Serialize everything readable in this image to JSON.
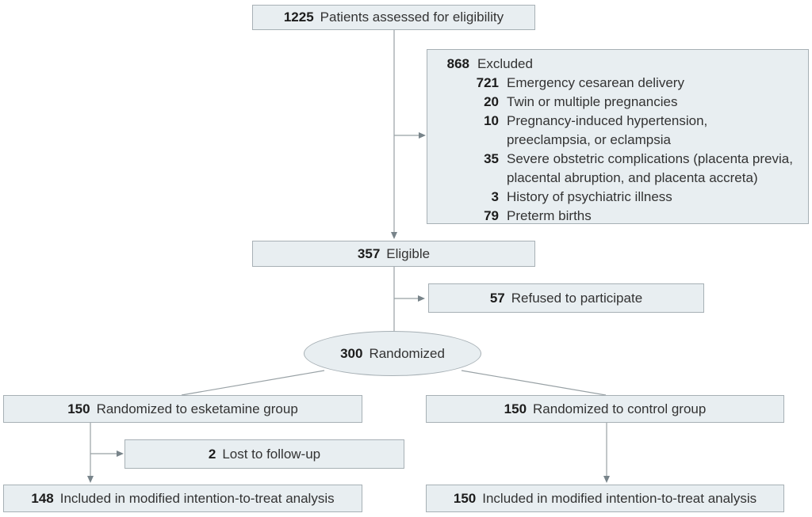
{
  "flow": {
    "assessed": {
      "n": "1225",
      "label": "Patients assessed for eligibility"
    },
    "excluded": {
      "n": "868",
      "label": "Excluded",
      "reasons": [
        {
          "n": "721",
          "label": "Emergency cesarean delivery"
        },
        {
          "n": "20",
          "label": "Twin or multiple pregnancies"
        },
        {
          "n": "10",
          "label": "Pregnancy-induced hypertension,\npreeclampsia, or eclampsia"
        },
        {
          "n": "35",
          "label": "Severe obstetric complications (placenta previa,\nplacental abruption, and placenta accreta)"
        },
        {
          "n": "3",
          "label": "History of psychiatric illness"
        },
        {
          "n": "79",
          "label": "Preterm births"
        }
      ]
    },
    "eligible": {
      "n": "357",
      "label": "Eligible"
    },
    "refused": {
      "n": "57",
      "label": "Refused to participate"
    },
    "randomized": {
      "n": "300",
      "label": "Randomized"
    },
    "esketamine_group": {
      "n": "150",
      "label": "Randomized to esketamine group"
    },
    "control_group": {
      "n": "150",
      "label": "Randomized to control group"
    },
    "lost_followup": {
      "n": "2",
      "label": "Lost to follow-up"
    },
    "esketamine_mitt": {
      "n": "148",
      "label": "Included in modified intention-to-treat analysis"
    },
    "control_mitt": {
      "n": "150",
      "label": "Included in modified intention-to-treat analysis"
    }
  },
  "colors": {
    "box_fill": "#e8eef1",
    "box_border": "#a7b0b5",
    "line": "#98a1a5",
    "arrowhead": "#78848a",
    "text": "#333333",
    "number": "#1c1c1c"
  }
}
